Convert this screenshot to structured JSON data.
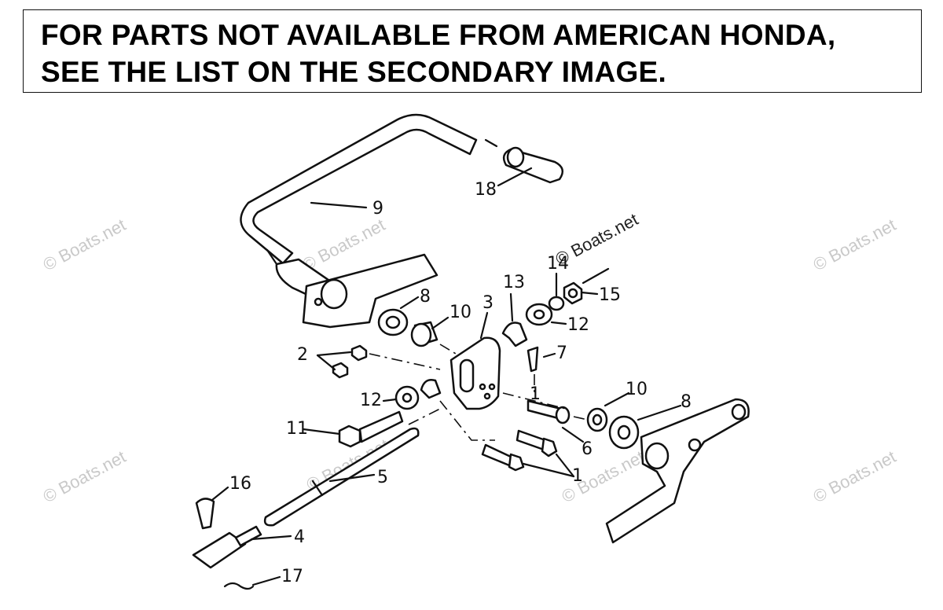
{
  "notice": {
    "line1": "FOR PARTS NOT AVAILABLE FROM AMERICAN HONDA,",
    "line2": "SEE THE LIST ON THE SECONDARY IMAGE."
  },
  "watermark": {
    "text": "© Boats.net"
  },
  "callouts": {
    "p1a": "1",
    "p1b": "1",
    "p2": "2",
    "p3": "3",
    "p4": "4",
    "p5": "5",
    "p6": "6",
    "p7": "7",
    "p8a": "8",
    "p8b": "8",
    "p9": "9",
    "p10a": "10",
    "p10b": "10",
    "p11": "11",
    "p12a": "12",
    "p12b": "12",
    "p13": "13",
    "p14": "14",
    "p15": "15",
    "p16": "16",
    "p17": "17",
    "p18": "18"
  }
}
